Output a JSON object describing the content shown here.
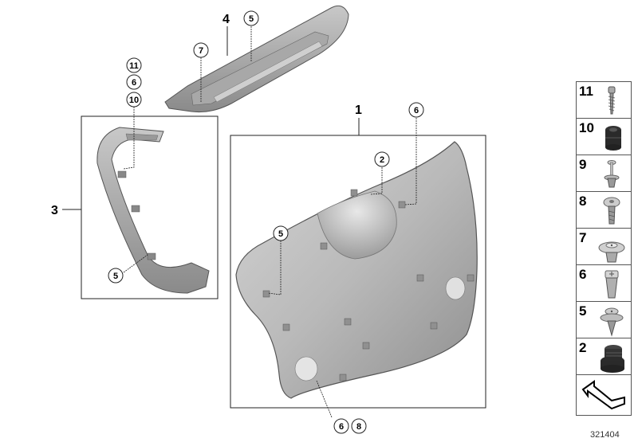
{
  "diagram": {
    "id": "321404",
    "parts": [
      {
        "number": "1",
        "name": "main-panel"
      },
      {
        "number": "3",
        "name": "side-trim"
      },
      {
        "number": "4",
        "name": "upper-trim"
      }
    ],
    "callouts": {
      "upper_trim_5": "5",
      "upper_trim_7": "7",
      "side_trim_11": "11",
      "side_trim_6": "6",
      "side_trim_10": "10",
      "side_trim_5": "5",
      "main_panel_2": "2",
      "main_panel_6": "6",
      "main_panel_5": "5",
      "main_panel_6b": "6",
      "main_panel_8": "8"
    },
    "labels": {
      "part_1": "1",
      "part_3": "3",
      "part_4": "4"
    }
  },
  "legend": {
    "items": [
      {
        "number": "11",
        "icon": "screw-icon"
      },
      {
        "number": "10",
        "icon": "grommet-icon"
      },
      {
        "number": "9",
        "icon": "expansion-rivet-icon"
      },
      {
        "number": "8",
        "icon": "bolt-icon"
      },
      {
        "number": "7",
        "icon": "push-clip-icon"
      },
      {
        "number": "6",
        "icon": "square-clip-icon"
      },
      {
        "number": "5",
        "icon": "fir-tree-clip-icon"
      },
      {
        "number": "2",
        "icon": "rubber-plug-icon"
      },
      {
        "number": "",
        "icon": "direction-arrow-icon"
      }
    ]
  }
}
